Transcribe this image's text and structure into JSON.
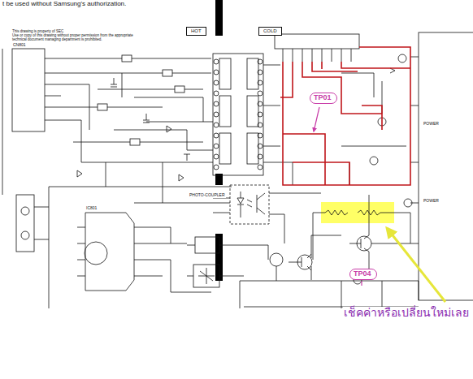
{
  "diagram": {
    "nodes": [
      {
        "text": [
          "HOT"
        ]
      },
      {
        "text": [
          "COLD"
        ]
      },
      {
        "text": [
          "TP01"
        ]
      },
      {
        "text": [
          "TP04"
        ]
      }
    ],
    "labels": [
      "t be used without Samsung's authorization.",
      "This drawing is property of SEC",
      "Use or copy of this drawing without proper permission from the appropriate",
      "technical document managing department is prohibited.",
      "CN801",
      "IC801",
      "PHOTO-COUPLER",
      "POWER",
      "POWER",
      "เช็คค่าหรือเปลี่ยนใหม่เลย"
    ]
  }
}
